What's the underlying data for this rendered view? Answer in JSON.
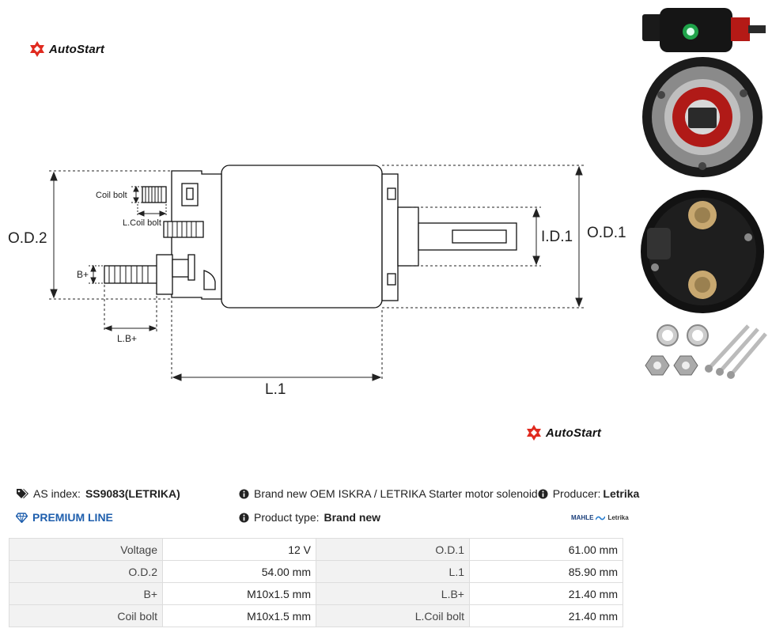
{
  "brand": {
    "logo_text": "AutoStart",
    "accent": "#e02a1f"
  },
  "drawing": {
    "labels": {
      "coil_bolt": "Coil bolt",
      "l_coil_bolt": "L.Coil bolt",
      "od2": "O.D.2",
      "b_plus": "B+",
      "lb_plus": "L.B+",
      "l1": "L.1",
      "id1": "I.D.1",
      "od1": "O.D.1"
    }
  },
  "product": {
    "as_index_label": "AS index:",
    "as_index_value": "SS9083(LETRIKA)",
    "line": "PREMIUM LINE",
    "description": "Brand new OEM ISKRA / LETRIKA Starter motor solenoid",
    "producer_label": "Producer:",
    "producer_value": "Letrika",
    "type_label": "Product type:",
    "type_value": "Brand new",
    "brandmark_left": "MAHLE",
    "brandmark_right": "Letrika"
  },
  "specs": [
    {
      "k1": "Voltage",
      "v1": "12 V",
      "k2": "O.D.1",
      "v2": "61.00 mm"
    },
    {
      "k1": "O.D.2",
      "v1": "54.00 mm",
      "k2": "L.1",
      "v2": "85.90 mm"
    },
    {
      "k1": "B+",
      "v1": "M10x1.5 mm",
      "k2": "L.B+",
      "v2": "21.40 mm"
    },
    {
      "k1": "Coil bolt",
      "v1": "M10x1.5 mm",
      "k2": "L.Coil bolt",
      "v2": "21.40 mm"
    }
  ]
}
